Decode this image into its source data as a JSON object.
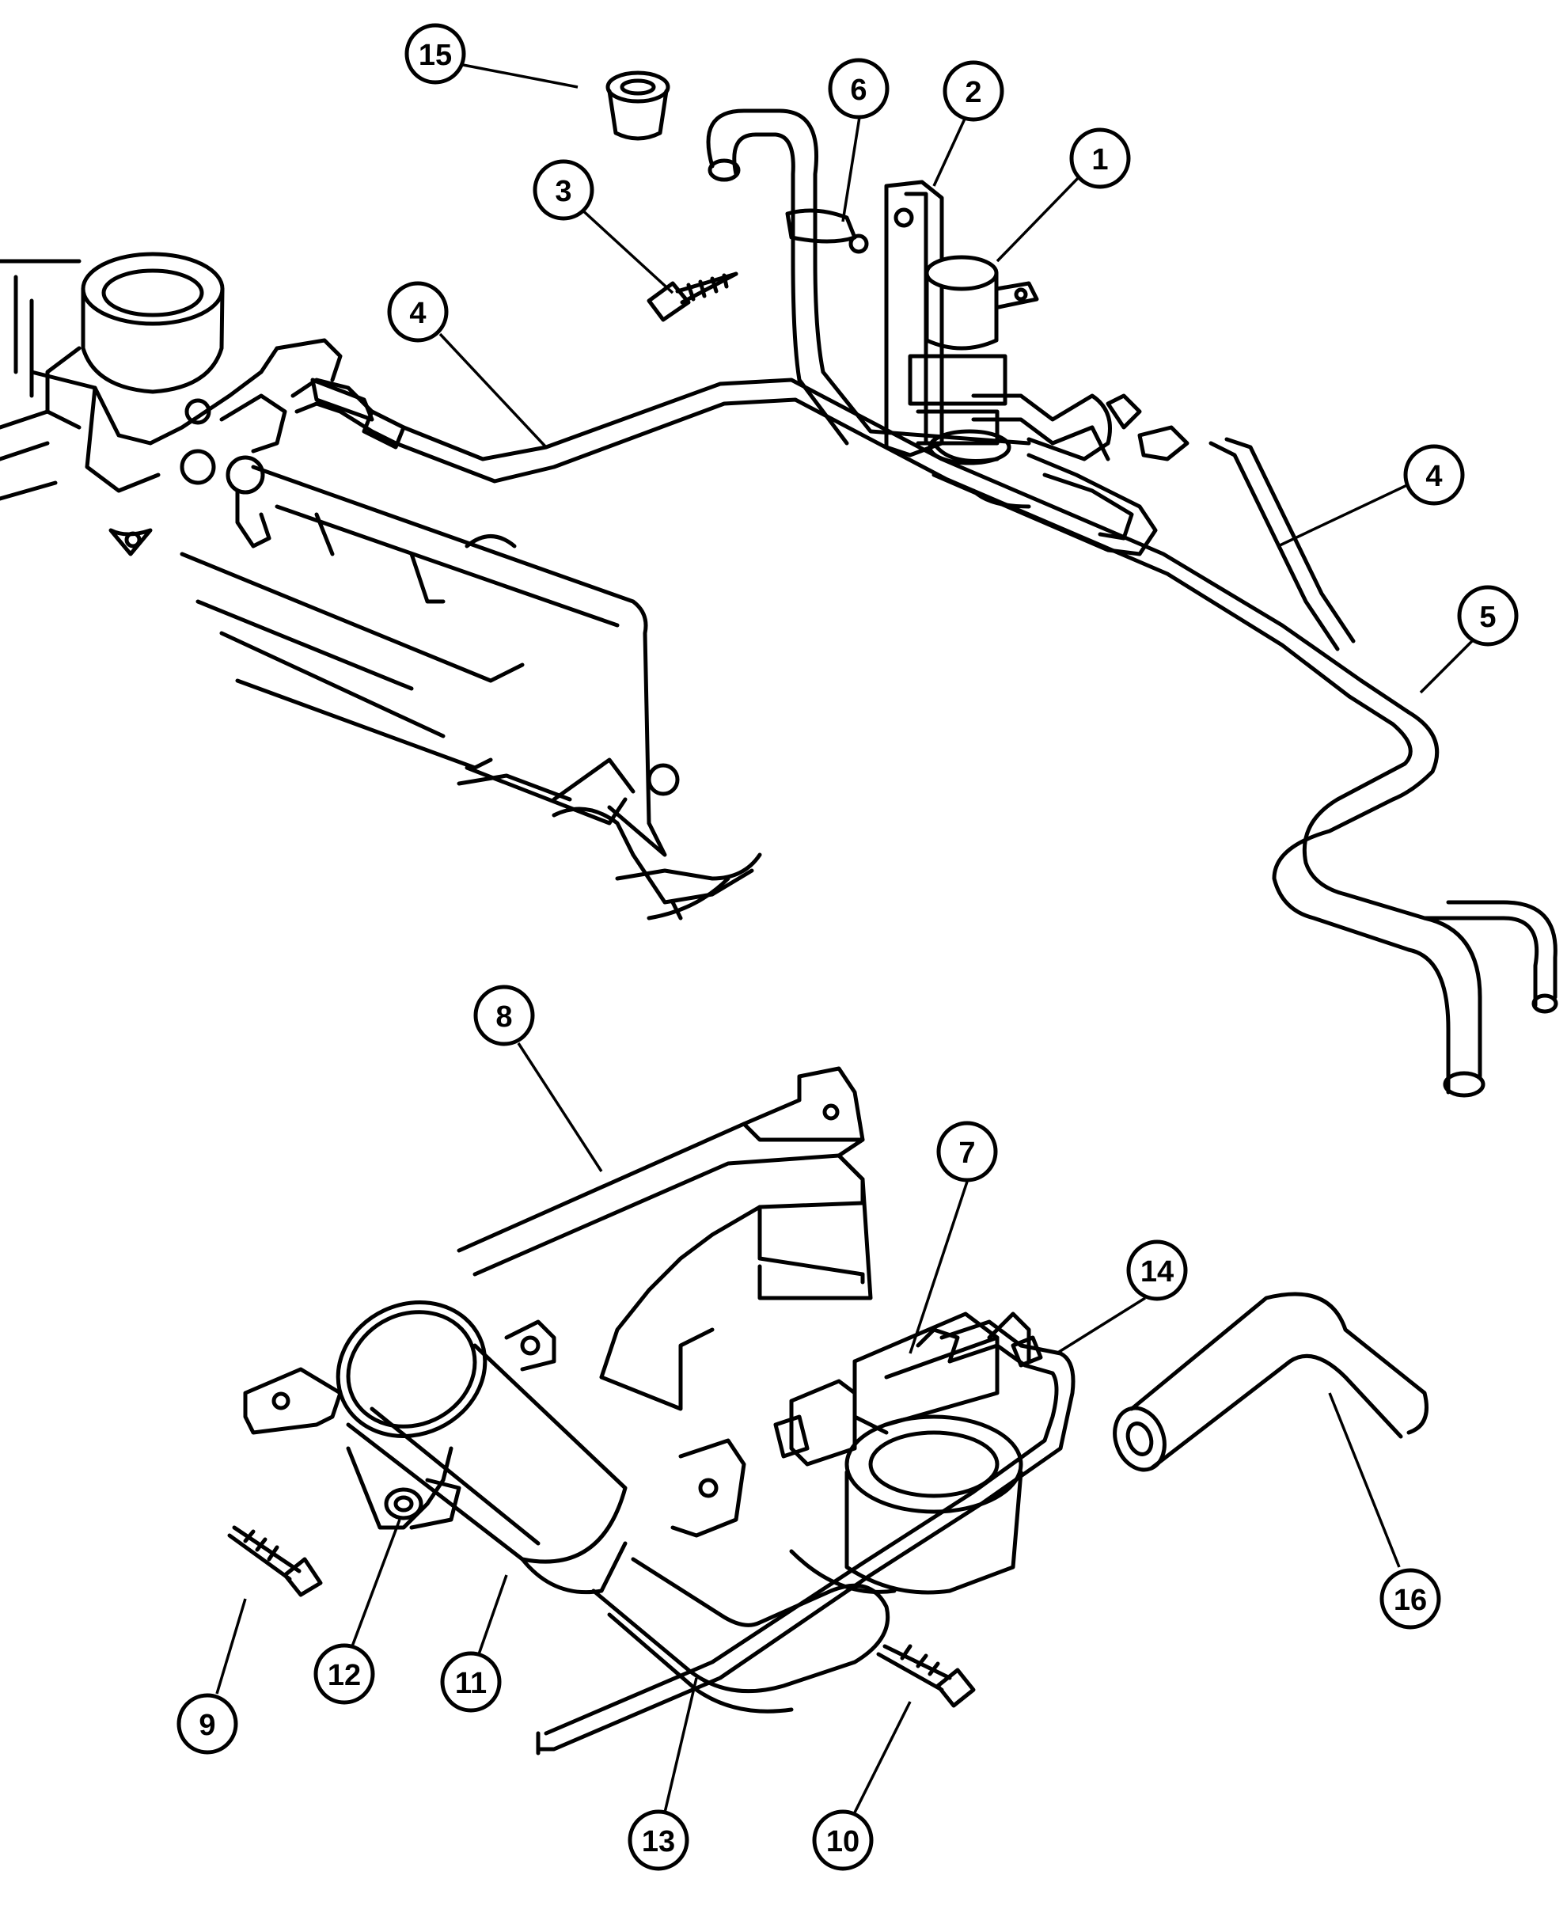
{
  "diagram": {
    "callouts": [
      {
        "number": "1"
      },
      {
        "number": "2"
      },
      {
        "number": "3"
      },
      {
        "number": "4"
      },
      {
        "number": "4"
      },
      {
        "number": "5"
      },
      {
        "number": "6"
      },
      {
        "number": "7"
      },
      {
        "number": "8"
      },
      {
        "number": "9"
      },
      {
        "number": "10"
      },
      {
        "number": "11"
      },
      {
        "number": "12"
      },
      {
        "number": "13"
      },
      {
        "number": "14"
      },
      {
        "number": "15"
      },
      {
        "number": "16"
      }
    ]
  }
}
